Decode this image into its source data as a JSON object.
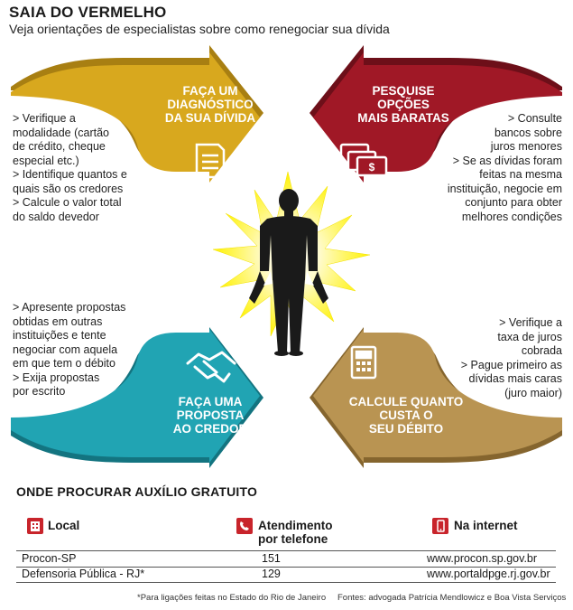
{
  "header": {
    "title": "SAIA DO VERMELHO",
    "subtitle": "Veja orientações de especialistas sobre como renegociar sua dívida"
  },
  "arrows": {
    "top_left": {
      "label": [
        "FAÇA UM",
        "DIAGNÓSTICO",
        "DA SUA DÍVIDA"
      ],
      "color": "#d8a81e",
      "icon": "document-icon"
    },
    "top_right": {
      "label": [
        "PESQUISE",
        "OPÇÕES",
        "MAIS BARATAS"
      ],
      "color": "#a01826",
      "icon": "money-bills-icon"
    },
    "bottom_left": {
      "label": [
        "FAÇA UMA",
        "PROPOSTA",
        "AO CREDOR"
      ],
      "color": "#21a4b3",
      "icon": "handshake-icon"
    },
    "bottom_right": {
      "label": [
        "CALCULE QUANTO",
        "CUSTA O",
        "SEU DÉBITO"
      ],
      "color": "#b99452",
      "icon": "calculator-icon"
    }
  },
  "tips": {
    "top_left": [
      "> Verifique a",
      "modalidade (cartão",
      "de crédito, cheque",
      "especial etc.)",
      "> Identifique quantos e",
      "quais são os credores",
      "> Calcule o valor total",
      "do saldo devedor"
    ],
    "top_right": [
      "> Consulte",
      "bancos sobre",
      "juros menores",
      "> Se as dívidas foram",
      "feitas na mesma",
      "instituição, negocie em",
      "conjunto para obter",
      "melhores condições"
    ],
    "bottom_left": [
      "> Apresente propostas",
      "obtidas em outras",
      "instituições e tente",
      "negociar com aquela",
      "em que tem o débito",
      "> Exija propostas",
      "por escrito"
    ],
    "bottom_right": [
      "> Verifique a",
      "taxa de juros",
      "cobrada",
      "> Pague primeiro as",
      "dívidas mais caras",
      "(juro maior)"
    ]
  },
  "help": {
    "title": "ONDE PROCURAR AUXÍLIO GRATUITO",
    "columns": [
      {
        "label": [
          "Local"
        ],
        "icon": "building-icon"
      },
      {
        "label": [
          "Atendimento",
          "por telefone"
        ],
        "icon": "phone-icon"
      },
      {
        "label": [
          "Na internet"
        ],
        "icon": "mobile-icon"
      }
    ],
    "rows": [
      {
        "local": "Procon-SP",
        "phone": "151",
        "web": "www.procon.sp.gov.br"
      },
      {
        "local": "Defensoria Pública - RJ*",
        "phone": "129",
        "web": "www.portaldpge.rj.gov.br"
      }
    ],
    "footnote": "*Para ligações feitas no Estado do Rio de Janeiro",
    "sources": "Fontes: advogada Patrícia Mendlowicz e Boa Vista Serviços"
  },
  "colors": {
    "burst": "#fff200",
    "silhouette": "#1a1a1a",
    "accent_red": "#c8242b"
  }
}
